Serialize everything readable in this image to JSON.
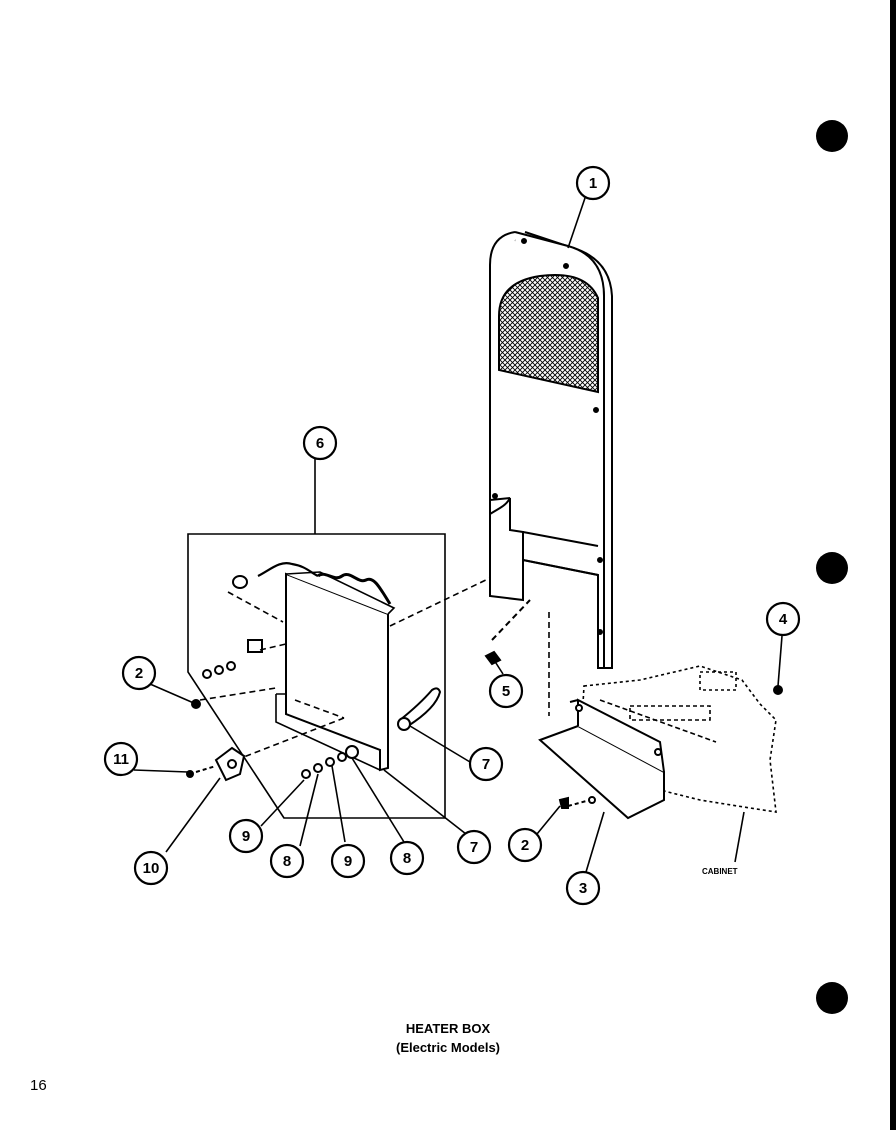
{
  "title": {
    "line1": "HEATER BOX",
    "line2": "(Electric Models)"
  },
  "page_number": "16",
  "cabinet_label": "CABINET",
  "callouts": {
    "c1": "1",
    "c2a": "2",
    "c2b": "2",
    "c3": "3",
    "c4": "4",
    "c5": "5",
    "c6": "6",
    "c7a": "7",
    "c7b": "7",
    "c8a": "8",
    "c8b": "8",
    "c9a": "9",
    "c9b": "9",
    "c10": "10",
    "c11": "11"
  }
}
